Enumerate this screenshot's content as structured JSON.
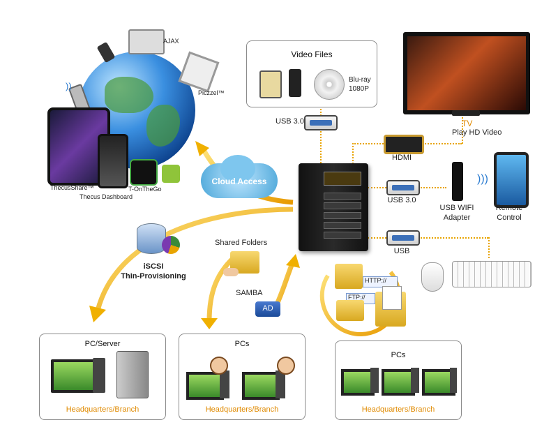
{
  "video_files": {
    "title": "Video Files",
    "bluray": "Blu-ray",
    "bluray_res": "1080P"
  },
  "ports": {
    "usb30_top": "USB 3.0",
    "hdmi": "HDMI",
    "usb30_right": "USB 3.0",
    "usb": "USB"
  },
  "tv": {
    "title": "TV",
    "subtitle": "Play HD Video"
  },
  "peripherals": {
    "usb_wifi": "USB WIFI",
    "adapter": "Adapter",
    "remote": "Remote",
    "control": "Control"
  },
  "cloud": {
    "label": "Cloud Access"
  },
  "apps": {
    "thecus_share": "ThecusShare™",
    "thecus_dashboard": "Thecus Dashboard",
    "t_onthego": "T-OnTheGo",
    "ajax": "AJAX",
    "piczzel": "Piczzel™"
  },
  "iscsi": {
    "line1": "iSCSI",
    "line2": "Thin-Provisioning"
  },
  "shared": {
    "folders": "Shared Folders",
    "samba": "SAMBA",
    "ad": "AD"
  },
  "protocols": {
    "http": "HTTP://",
    "ftp": "FTP://"
  },
  "groups": [
    {
      "title": "PC/Server",
      "footer": "Headquarters/Branch"
    },
    {
      "title": "PCs",
      "footer": "Headquarters/Branch"
    },
    {
      "title": "PCs",
      "footer": "Headquarters/Branch"
    }
  ],
  "colors": {
    "accent": "#e8a400",
    "footer": "#e08a00",
    "usb_blue": "#3b6fb8",
    "cloud": "#4aa6d8",
    "ad_badge": "#2a5aa8"
  }
}
